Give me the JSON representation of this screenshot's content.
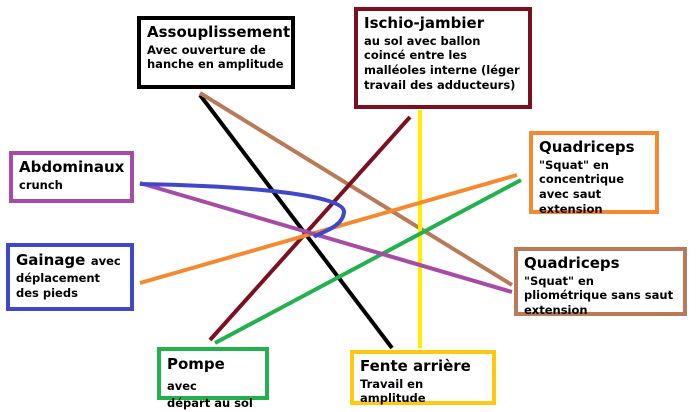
{
  "boxes": {
    "assouplissement": {
      "title": "Assouplissement",
      "desc": "Avec ouverture de hanche en amplitude",
      "color": "#000000"
    },
    "ischio": {
      "title": "Ischio-jambier",
      "desc": "au sol avec ballon coincé entre les malléoles interne (léger travail des adducteurs)",
      "color": "#7b1020"
    },
    "quadri_concentrique": {
      "title": "Quadriceps",
      "desc": "\"Squat\" en concentrique avec saut extension",
      "color": "#f5892f"
    },
    "abdominaux": {
      "title": "Abdominaux",
      "desc": "crunch",
      "color": "#a64ca6"
    },
    "gainage": {
      "title": "Gainage",
      "inline": "avec",
      "desc": "déplacement des pieds",
      "color": "#3f48cc"
    },
    "quadri_pliometrique": {
      "title": "Quadriceps",
      "desc": "\"Squat\" en pliométrique sans saut extension",
      "color": "#b97a57"
    },
    "pompe": {
      "title": "Pompe",
      "inline": "avec",
      "desc": "départ au sol",
      "color": "#22b14c"
    },
    "fente": {
      "title": "Fente arrière",
      "desc": "Travail en amplitude",
      "color": "#ffc90e"
    }
  },
  "connectors": {
    "black": "#000000",
    "brown": "#b97a57",
    "maroon": "#7b1020",
    "yellow": "#ffee00",
    "orange": "#f5892f",
    "green": "#22b14c",
    "purple": "#a64ca6",
    "blue": "#3f48cc"
  }
}
